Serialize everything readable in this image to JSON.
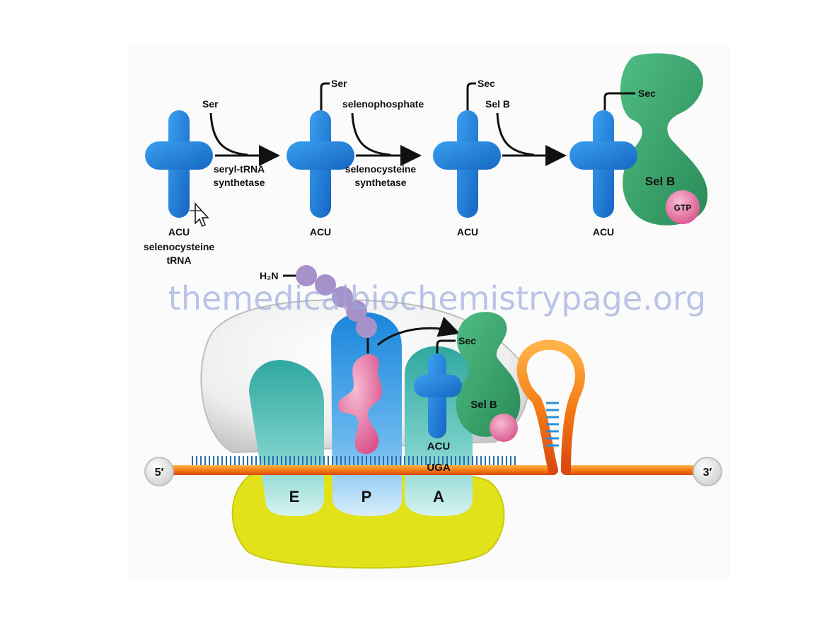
{
  "colors": {
    "trna_blue": "#1e7fd6",
    "selb_green": "#3aa36a",
    "gtp_pink": "#e77fa8",
    "mrna_orange": "#f06b12",
    "small_subunit_yellow": "#e2e21a",
    "site_teal": "#46b7b0",
    "peptide_purple": "#a691c9"
  },
  "step1": {
    "trna_anticodon": "ACU",
    "trna_name_line1": "selenocysteine",
    "trna_name_line2": "tRNA",
    "input": "Ser",
    "enzyme_line1": "seryl-tRNA",
    "enzyme_line2": "synthetase"
  },
  "step2": {
    "trna_anticodon": "ACU",
    "attached": "Ser",
    "input": "selenophosphate",
    "enzyme_line1": "selenocysteine",
    "enzyme_line2": "synthetase"
  },
  "step3": {
    "trna_anticodon": "ACU",
    "attached": "Sec",
    "input": "Sel B"
  },
  "step4": {
    "trna_anticodon": "ACU",
    "attached": "Sec",
    "factor": "Sel B",
    "gtp": "GTP"
  },
  "ribosome": {
    "n_terminus": "H₂N",
    "sites": [
      "E",
      "P",
      "A"
    ],
    "incoming_aa": "Sec",
    "factor": "Sel B",
    "anticodon": "ACU",
    "codon": "UGA",
    "five_prime": "5′",
    "three_prime": "3′"
  },
  "watermark": "themedicalbiochemistrypage.org"
}
